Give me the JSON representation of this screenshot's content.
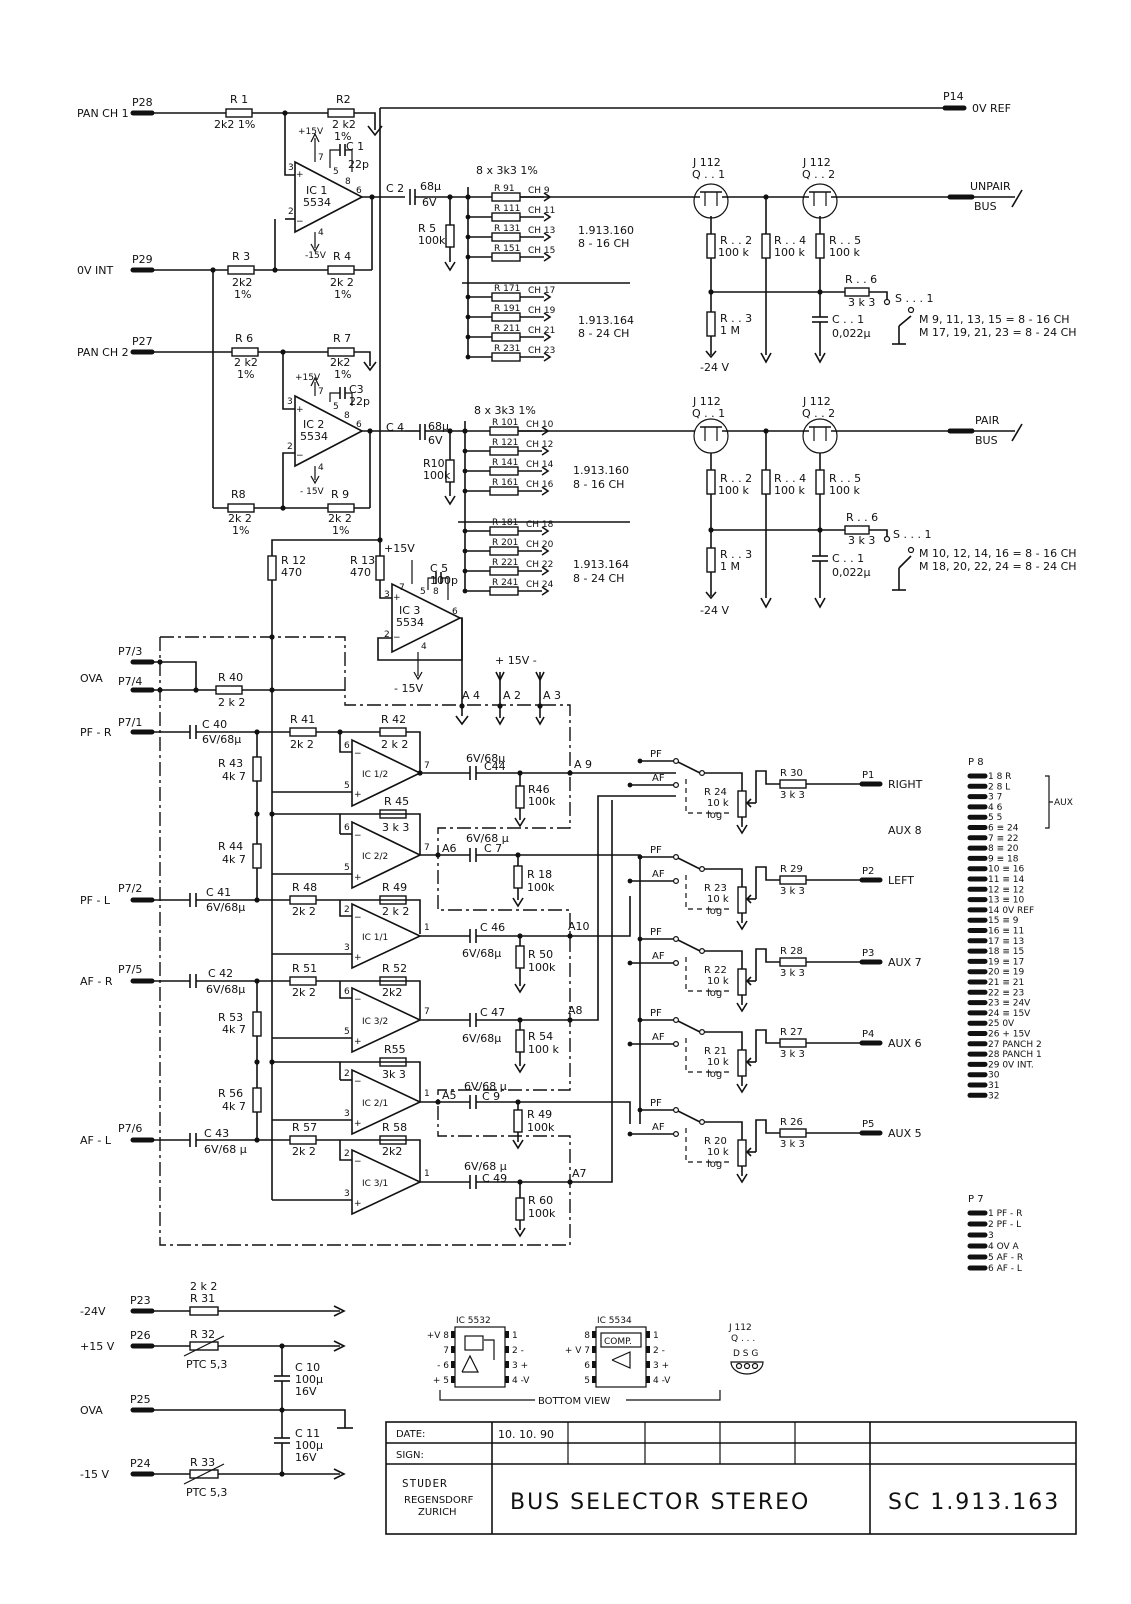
{
  "title_block": {
    "date_label": "DATE:",
    "date_value": "10. 10. 90",
    "sign_label": "SIGN:",
    "company": "STUDER",
    "city1": "REGENSDORF",
    "city2": "ZURICH",
    "title": "BUS SELECTOR STEREO",
    "drawing_no": "SC 1.913.163"
  },
  "ports_left": {
    "p28": "P28",
    "pan_ch1": "PAN CH 1",
    "p29": "P29",
    "ov_int": "0V INT",
    "p27": "P27",
    "pan_ch2": "PAN CH 2",
    "p7_3": "P7/3",
    "p7_4": "P7/4",
    "ova": "OVA",
    "p7_1": "P7/1",
    "pf_r": "PF - R",
    "p7_2": "P7/2",
    "pf_l": "PF - L",
    "p7_5": "P7/5",
    "af_r": "AF - R",
    "p7_6": "P7/6",
    "af_l": "AF - L"
  },
  "ports_right": {
    "p14": "P14",
    "ov_ref": "0V REF",
    "unpair": "UNPAIR",
    "pair": "PAIR",
    "bus": "BUS",
    "p1": "P1",
    "right": "RIGHT",
    "p2": "P2",
    "left": "LEFT",
    "p3": "P3",
    "aux7": "AUX 7",
    "p4": "P4",
    "aux6": "AUX 6",
    "p5": "P5",
    "aux5": "AUX 5",
    "aux8": "AUX 8"
  },
  "components": {
    "r1": "R 1",
    "r1v": "2k2 1%",
    "r2": "R2",
    "r2v": "2 k2",
    "r2t": "1%",
    "c1": "C 1",
    "c1v": "22p",
    "ic1": "IC 1",
    "ic1t": "5534",
    "r3": "R 3",
    "r3v": "2k2",
    "r3t": "1%",
    "r4": "R 4",
    "r4v": "2k 2",
    "r4t": "1%",
    "r6": "R 6",
    "r6v": "2 k2",
    "r6t": "1%",
    "r7": "R 7",
    "r7v": "2k2",
    "r7t": "1%",
    "c3": "C3",
    "c3v": "22p",
    "ic2": "IC 2",
    "ic2t": "5534",
    "r8": "R8",
    "r8v": "2k 2",
    "r8t": "1%",
    "r9": "R 9",
    "r9v": "2k 2",
    "r9t": "1%",
    "r12": "R 12",
    "r12v": "470",
    "r13": "R 13",
    "r13v": "470",
    "c5": "C 5",
    "c5v": "100p",
    "ic3": "IC 3",
    "ic3t": "5534",
    "c2": "C 2",
    "c2v": "68µ",
    "c2t": "6V",
    "c4": "C 4",
    "c4v": "68µ",
    "c4t": "6V",
    "r5": "R 5",
    "r5v": "100k",
    "r10": "R10",
    "r10v": "100k",
    "bank1": "8 x 3k3 1%",
    "bank2": "8 x 3k3 1%",
    "r40": "R 40",
    "r40v": "2 k 2",
    "c40": "C 40",
    "c40v": "6V/68µ",
    "r41": "R 41",
    "r41v": "2k 2",
    "r42": "R 42",
    "r42v": "2 k 2",
    "r43": "R 43",
    "r43v": "4k 7",
    "r44": "R 44",
    "r44v": "4k 7",
    "r45": "R 45",
    "r45v": "3 k 3",
    "c41": "C 41",
    "c41v": "6V/68µ",
    "r48": "R 48",
    "r48v": "2k 2",
    "r49": "R 49",
    "r49v": "2 k 2",
    "c42": "C 42",
    "c42v": "6V/68µ",
    "r51": "R 51",
    "r51v": "2k 2",
    "r52": "R 52",
    "r52v": "2k2",
    "r53": "R 53",
    "r53v": "4k 7",
    "r55": "R55",
    "r55v": "3k 3",
    "r56": "R 56",
    "r56v": "4k 7",
    "c43": "C 43",
    "c43v": "6V/68 µ",
    "r57": "R 57",
    "r57v": "2k 2",
    "r58": "R 58",
    "r58v": "2k2",
    "ic11": "IC 1/1",
    "ic12": "IC 1/2",
    "ic21": "IC 2/1",
    "ic22": "IC 2/2",
    "ic31": "IC 3/1",
    "ic32": "IC 3/2",
    "c44": "C44",
    "c44v": "6V/68µ",
    "c7": "C 7",
    "c7v": "6V/68 µ",
    "c46": "C 46",
    "c46v": "6V/68µ",
    "c47": "C 47",
    "c47v": "6V/68µ",
    "c9": "C 9",
    "c9v": "6V/68 µ",
    "c49": "C 49",
    "c49v": "6V/68 µ",
    "r46": "R46",
    "r46v": "100k",
    "r18": "R 18",
    "r18v": "100k",
    "r50": "R 50",
    "r50v": "100k",
    "r54": "R 54",
    "r54v": "100 k",
    "r49b": "R 49",
    "r49bv": "100k",
    "r60": "R 60",
    "r60v": "100k",
    "r24": "R 24",
    "r23": "R 23",
    "r22": "R 22",
    "r21": "R 21",
    "r20": "R 20",
    "pot_v": "10 k",
    "pot_log": "log",
    "r30": "R 30",
    "r29": "R 29",
    "r28": "R 28",
    "r27": "R 27",
    "r26": "R 26",
    "r3k3": "3 k 3",
    "pf": "PF",
    "af": "AF",
    "a9": "A 9",
    "a6": "A6",
    "a10": "A10",
    "a8": "A8",
    "a5": "A5",
    "a7": "A7",
    "a4": "A 4",
    "a2": "A 2",
    "a3": "A 3",
    "p15v": "+15V",
    "m15v": "- 15V",
    "pm15": "+ 15V -",
    "j112": "J 112",
    "q1": "Q . . 1",
    "q2": "Q . . 2",
    "rx2": "R . . 2",
    "rx4": "R . . 4",
    "rx5": "R . . 5",
    "rx3": "R . . 3",
    "rx6": "R . . 6",
    "r100k": "100 k",
    "r1m": "1 M",
    "r3k3b": "3 k 3",
    "cx1": "C . . 1",
    "cx1v": "0,022µ",
    "m24": "-24 V",
    "s1": "S . . . 1",
    "sw1a": "M 9, 11, 13, 15 = 8 - 16 CH",
    "sw1b": "M 17, 19, 21, 23 = 8 - 24 CH",
    "sw2a": "M 10, 12, 14, 16 = 8 - 16 CH",
    "sw2b": "M 18, 20, 22, 24 = 8 - 24 CH",
    "grp1a": "1.913.160",
    "grp1b": "8 - 16 CH",
    "grp2a": "1.913.164",
    "grp2b": "8 - 24 CH"
  },
  "bank_top": [
    {
      "r": "R 91",
      "ch": "CH 9"
    },
    {
      "r": "R 111",
      "ch": "CH 11"
    },
    {
      "r": "R 131",
      "ch": "CH 13"
    },
    {
      "r": "R 151",
      "ch": "CH 15"
    },
    {
      "r": "R 171",
      "ch": "CH 17"
    },
    {
      "r": "R 191",
      "ch": "CH 19"
    },
    {
      "r": "R 211",
      "ch": "CH 21"
    },
    {
      "r": "R 231",
      "ch": "CH 23"
    }
  ],
  "bank_bot": [
    {
      "r": "R 101",
      "ch": "CH 10"
    },
    {
      "r": "R 121",
      "ch": "CH 12"
    },
    {
      "r": "R 141",
      "ch": "CH 14"
    },
    {
      "r": "R 161",
      "ch": "CH 16"
    },
    {
      "r": "R 181",
      "ch": "CH 18"
    },
    {
      "r": "R 201",
      "ch": "CH 20"
    },
    {
      "r": "R 221",
      "ch": "CH 22"
    },
    {
      "r": "R 241",
      "ch": "CH 24"
    }
  ],
  "power": {
    "m24v": "-24V",
    "p23": "P23",
    "r31": "R 31",
    "r31v": "2 k 2",
    "p15v": "+15 V",
    "p26": "P26",
    "r32": "R 32",
    "ptc1": "PTC 5,3",
    "ova": "OVA",
    "p25": "P25",
    "m15v": "-15 V",
    "p24": "P24",
    "r33": "R 33",
    "ptc2": "PTC 5,3",
    "c10": "C 10",
    "c10v": "100µ",
    "c10t": "16V",
    "c11": "C 11",
    "c11v": "100µ",
    "c11t": "16V"
  },
  "packages": {
    "ic5532": "IC 5532",
    "ic5534": "IC 5534",
    "bottom_view": "BOTTOM VIEW",
    "j112": "J 112",
    "q": "Q . . .",
    "dsg": "D  S  G",
    "comp": "COMP.",
    "l5532": [
      "+V 8",
      "7",
      "- 6",
      "+ 5"
    ],
    "r5532": [
      "1",
      "2 -",
      "3 +",
      "4 -V"
    ],
    "l5534": [
      "8",
      "+ V 7",
      "6",
      "5"
    ],
    "r5534": [
      "1",
      "2 -",
      "3 +",
      "4 -V"
    ]
  },
  "p8_connector": {
    "title": "P 8",
    "aux": "AUX",
    "rows": [
      "1  8 R",
      "2  8 L",
      "3  7",
      "4  6",
      "5  5",
      "6  ≡ 24",
      "7  ≡ 22",
      "8  ≡ 20",
      "9  ≡ 18",
      "10  ≡ 16",
      "11  ≡ 14",
      "12  ≡ 12",
      "13  ≡ 10",
      "14  0V REF",
      "15  ≡  9",
      "16  ≡ 11",
      "17  ≡ 13",
      "18  ≡ 15",
      "19  ≡ 17",
      "20  ≡ 19",
      "21  ≡ 21",
      "22  ≡ 23",
      "23  ≡ 24V",
      "24  ≡ 15V",
      "25  0V",
      "26  + 15V",
      "27  PANCH 2",
      "28  PANCH 1",
      "29  0V INT.",
      "30",
      "31",
      "32"
    ]
  },
  "p7_connector": {
    "title": "P 7",
    "rows": [
      "1   PF - R",
      "2   PF - L",
      "3",
      "4   OV A",
      "5   AF - R",
      "6   AF - L"
    ]
  }
}
